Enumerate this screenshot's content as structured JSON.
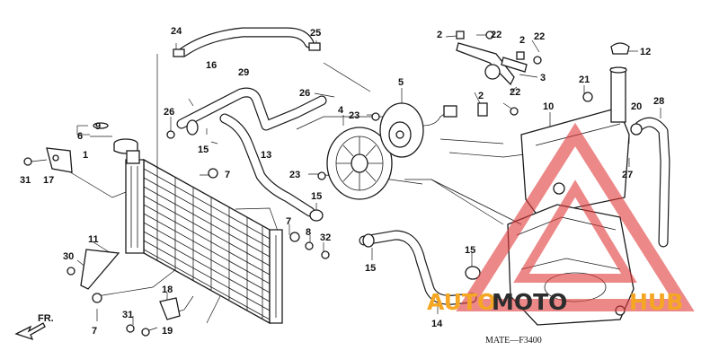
{
  "diagram": {
    "drawing_code": "MATE—F3400",
    "front_indicator": "FR.",
    "watermark": {
      "text_auto": "AUTO",
      "text_moto": "MOTO",
      "text_hub": "HUB",
      "color_orange": "#f5a623",
      "color_dark": "#2d2d2d",
      "color_red": "#e03a3a"
    },
    "callouts": [
      {
        "id": "c1",
        "text": "1"
      },
      {
        "id": "c2a",
        "text": "2"
      },
      {
        "id": "c2b",
        "text": "2"
      },
      {
        "id": "c2c",
        "text": "2"
      },
      {
        "id": "c3",
        "text": "3"
      },
      {
        "id": "c4",
        "text": "4"
      },
      {
        "id": "c5",
        "text": "5"
      },
      {
        "id": "c6",
        "text": "6"
      },
      {
        "id": "c7a",
        "text": "7"
      },
      {
        "id": "c7b",
        "text": "7"
      },
      {
        "id": "c7c",
        "text": "7"
      },
      {
        "id": "c8",
        "text": "8"
      },
      {
        "id": "c9",
        "text": "9"
      },
      {
        "id": "c10",
        "text": "10"
      },
      {
        "id": "c11",
        "text": "11"
      },
      {
        "id": "c12",
        "text": "12"
      },
      {
        "id": "c13",
        "text": "13"
      },
      {
        "id": "c14",
        "text": "14"
      },
      {
        "id": "c15a",
        "text": "15"
      },
      {
        "id": "c15b",
        "text": "15"
      },
      {
        "id": "c15c",
        "text": "15"
      },
      {
        "id": "c15d",
        "text": "15"
      },
      {
        "id": "c16",
        "text": "16"
      },
      {
        "id": "c17",
        "text": "17"
      },
      {
        "id": "c18",
        "text": "18"
      },
      {
        "id": "c19",
        "text": "19"
      },
      {
        "id": "c20",
        "text": "20"
      },
      {
        "id": "c21",
        "text": "21"
      },
      {
        "id": "c22a",
        "text": "22"
      },
      {
        "id": "c22b",
        "text": "22"
      },
      {
        "id": "c22c",
        "text": "22"
      },
      {
        "id": "c23a",
        "text": "23"
      },
      {
        "id": "c23b",
        "text": "23"
      },
      {
        "id": "c24",
        "text": "24"
      },
      {
        "id": "c25",
        "text": "25"
      },
      {
        "id": "c26a",
        "text": "26"
      },
      {
        "id": "c26b",
        "text": "26"
      },
      {
        "id": "c27",
        "text": "27"
      },
      {
        "id": "c28",
        "text": "28"
      },
      {
        "id": "c29",
        "text": "29"
      },
      {
        "id": "c30",
        "text": "30"
      },
      {
        "id": "c31a",
        "text": "31"
      },
      {
        "id": "c31b",
        "text": "31"
      },
      {
        "id": "c32",
        "text": "32"
      }
    ]
  }
}
